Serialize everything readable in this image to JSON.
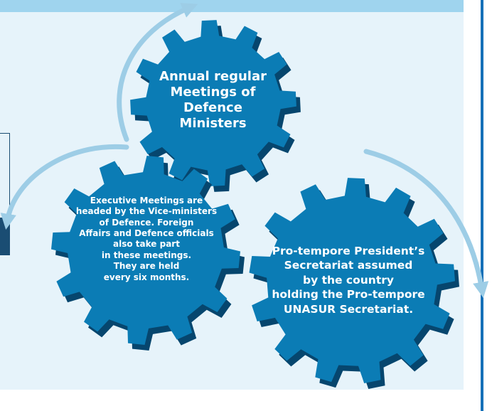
{
  "diagram": {
    "title": "",
    "nodes": [
      {
        "id": "ministers",
        "text": "Annual regular\nMeetings of\nDefence\nMinisters"
      },
      {
        "id": "executive",
        "text": "Executive Meetings are\nheaded by the Vice-ministers\nof Defence. Foreign\nAffairs and Defence officials\nalso take part\nin these meetings.\nThey are held\nevery six months."
      },
      {
        "id": "secretariat",
        "text": "Pro-tempore President’s\nSecretariat assumed\nby the country\nholding the Pro-tempore\nUNASUR Secretariat."
      }
    ]
  },
  "colors": {
    "gear_face": "#0b7cb5",
    "gear_side": "#06466e",
    "arrow": "#9dcde6",
    "panel_bg": "#e6f3fa",
    "top_band": "#9fd4ee",
    "frame": "#1570b8"
  }
}
